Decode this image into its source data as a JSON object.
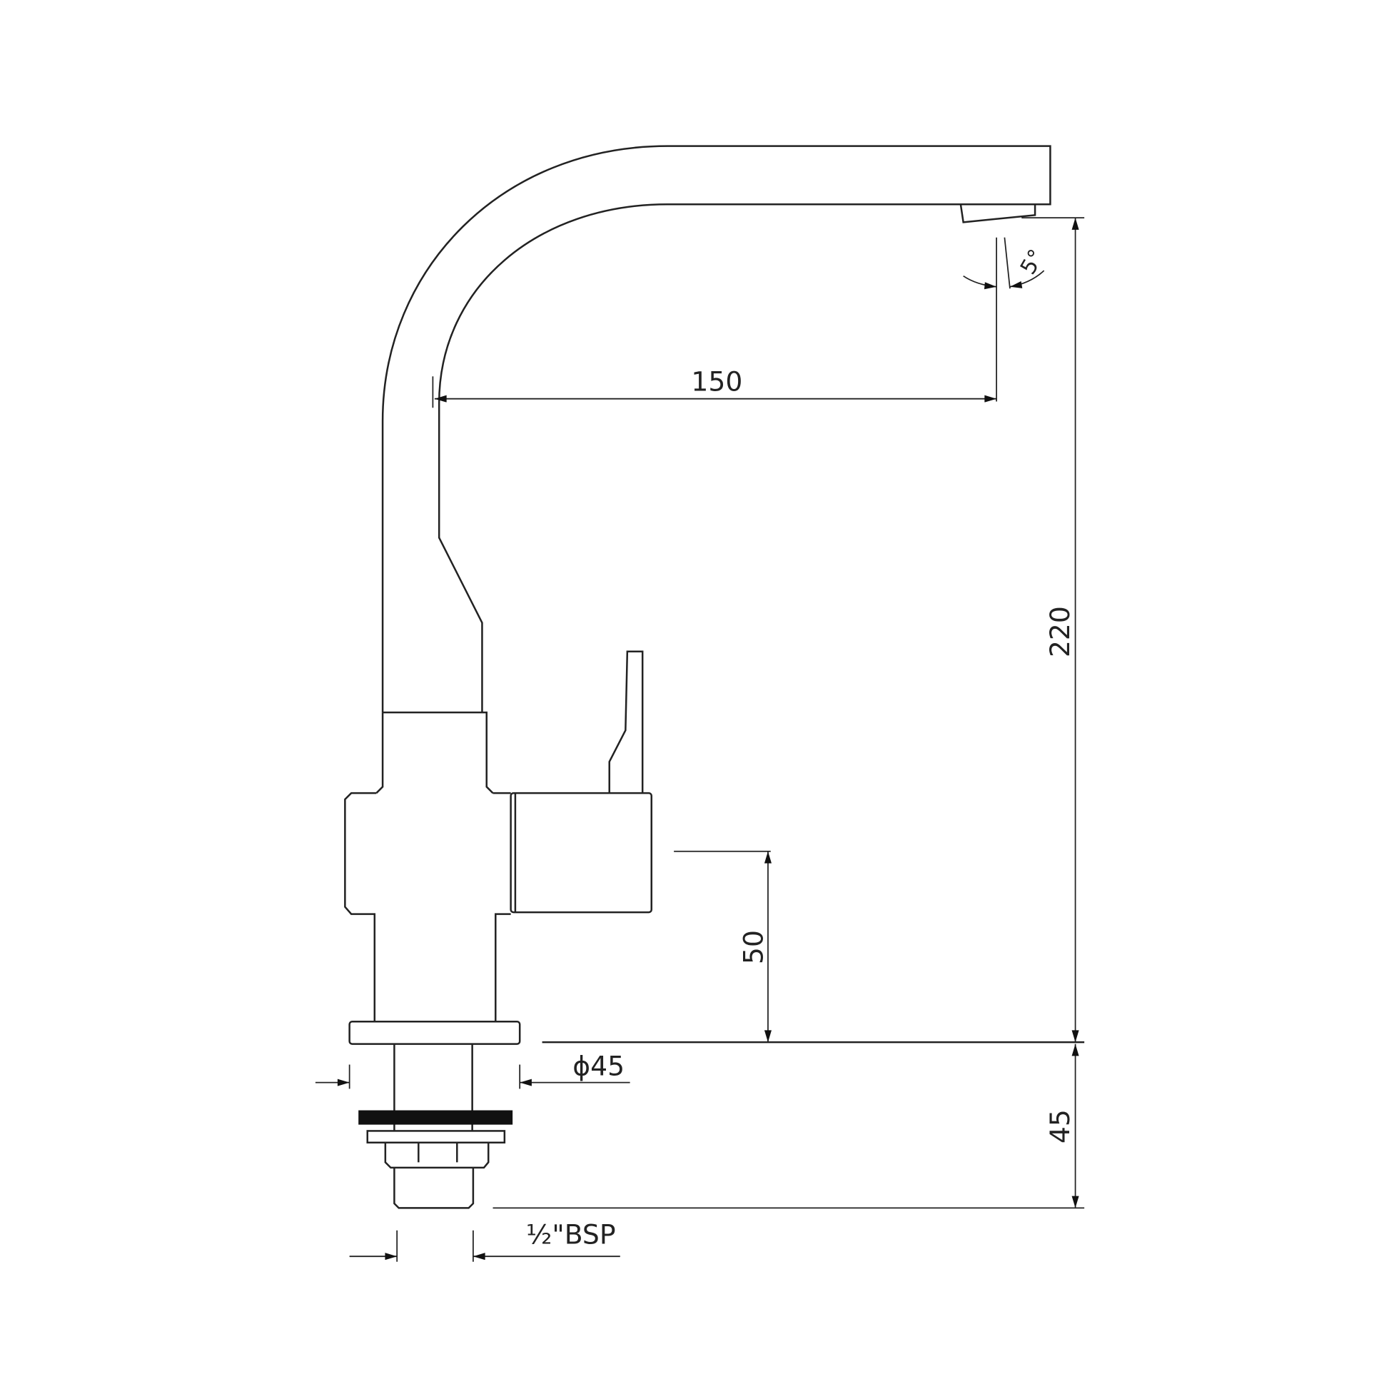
{
  "dimensions": {
    "spout_reach": "150",
    "spout_angle": "5°",
    "total_height": "220",
    "handle_height": "50",
    "base_diameter": "ϕ45",
    "shank_length": "45",
    "thread_size": "½\"BSP"
  },
  "colors": {
    "line": "#222222",
    "background": "#ffffff"
  }
}
